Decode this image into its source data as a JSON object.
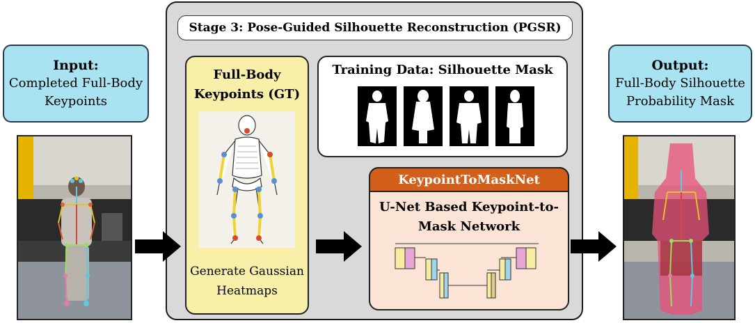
{
  "stage": {
    "title": "Stage 3: Pose-Guided Silhouette Reconstruction (PGSR)"
  },
  "input": {
    "label_bold": "Input:",
    "label_line1": "Completed Full-Body",
    "label_line2": "Keypoints"
  },
  "output": {
    "label_bold": "Output:",
    "label_line1": "Full-Body Silhouette",
    "label_line2": "Probability Mask"
  },
  "keypoints": {
    "title_line1": "Full-Body",
    "title_line2": "Keypoints (GT)",
    "caption_line1": "Generate Gaussian",
    "caption_line2": "Heatmaps"
  },
  "training": {
    "title": "Training Data: Silhouette Mask"
  },
  "network": {
    "header": "KeypointToMaskNet",
    "title_line1": "U-Net Based Keypoint-to-",
    "title_line2": "Mask Network"
  },
  "colors": {
    "label_fill": "#a9e3f1",
    "stage_fill": "#d9d9d9",
    "keypoint_panel": "#f8f0a8",
    "network_header": "#d2601a",
    "network_fill": "#fbe4d6",
    "arrow": "#000000",
    "mask_overlay": "#e8507a"
  }
}
